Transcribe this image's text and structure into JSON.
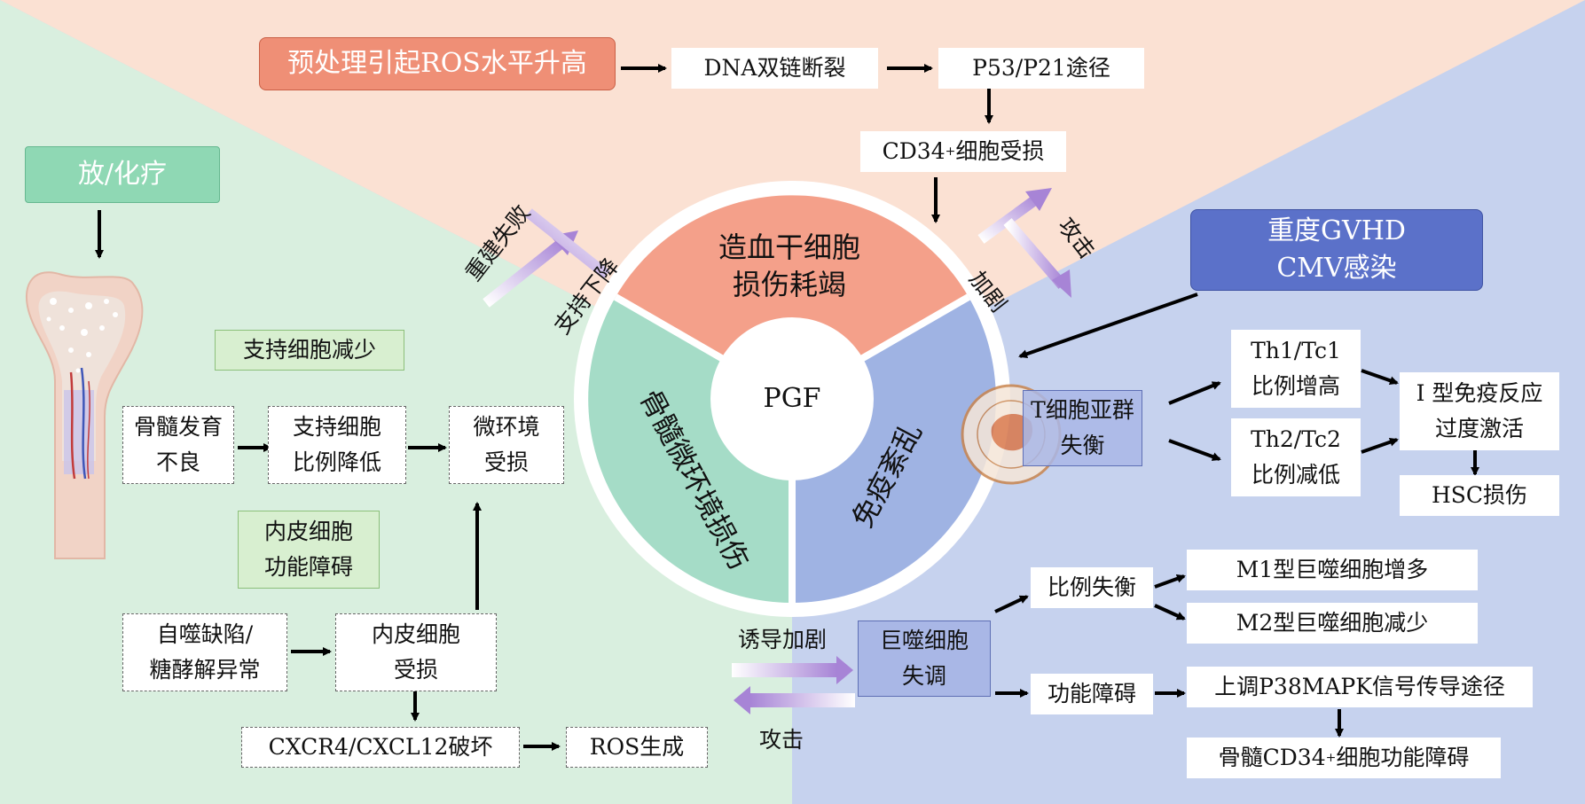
{
  "colors": {
    "peach_bg": "#fbe1d3",
    "green_bg": "#d9efdf",
    "blue_bg": "#c6d2ee",
    "segment_hematopoietic": "#f4a08a",
    "segment_microenvironment": "#a5dcc7",
    "segment_immune": "#9fb3e3",
    "center_label_bg": "#ffffff"
  },
  "center": {
    "label": "PGF",
    "segments": {
      "hematopoietic": [
        "造血干细胞",
        "损伤耗竭"
      ],
      "microenvironment": "骨髓微环境损伤",
      "immune": "免疫紊乱"
    }
  },
  "top": {
    "ros_source": "预处理引起ROS水平升高",
    "dna": "DNA双链断裂",
    "p53": "P53/P21途径",
    "cd34_prefix": "CD34",
    "cd34_sup": "+",
    "cd34_suffix": "细胞受损"
  },
  "left": {
    "source": "放/化疗",
    "support_decrease": "支持细胞减少",
    "marrow_dysplasia": [
      "骨髓发育",
      "不良"
    ],
    "support_ratio_low": [
      "支持细胞",
      "比例降低"
    ],
    "microenv_damaged": [
      "微环境",
      "受损"
    ],
    "endothelial_dysfunction": [
      "内皮细胞",
      "功能障碍"
    ],
    "autophagy": [
      "自噬缺陷/",
      "糖酵解异常"
    ],
    "endothelial_damaged": [
      "内皮细胞",
      "受损"
    ],
    "cxcr4": "CXCR4/CXCL12破坏",
    "ros_gen": "ROS生成"
  },
  "arrows_labels": {
    "rebuild_fail": "重建失败",
    "support_drop": "支持下降",
    "attack_top": "攻击",
    "aggravate": "加剧",
    "induce_aggravate": "诱导加剧",
    "attack_bottom": "攻击"
  },
  "right": {
    "gvhd": [
      "重度GVHD",
      "CMV感染"
    ],
    "t_subset": [
      "T细胞亚群",
      "失衡"
    ],
    "th1": [
      "Th1/Tc1",
      "比例增高"
    ],
    "th2": [
      "Th2/Tc2",
      "比例减低"
    ],
    "type1": [
      "Ⅰ 型免疫反应",
      "过度激活"
    ],
    "hsc": "HSC损伤",
    "macrophage": [
      "巨噬细胞",
      "失调"
    ],
    "ratio_imbalance": "比例失衡",
    "m1": "M1型巨噬细胞增多",
    "m2": "M2型巨噬细胞减少",
    "dysfunction": "功能障碍",
    "p38": "上调P38MAPK信号传导途径",
    "cd34_prefix": "骨髓CD34",
    "cd34_sup": "+",
    "cd34_suffix": "细胞功能障碍"
  }
}
